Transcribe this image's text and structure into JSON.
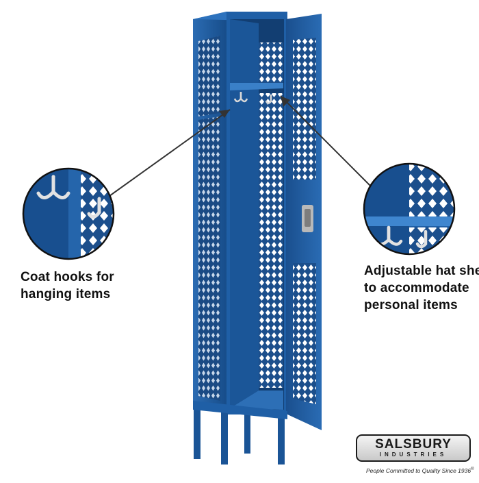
{
  "captions": {
    "left": [
      "Coat hooks for",
      "hanging items"
    ],
    "right": [
      "Adjustable hat shelf",
      "to accommodate",
      "personal items"
    ]
  },
  "logo": {
    "name": "SALSBURY",
    "sub": "INDUSTRIES",
    "tagline": "People Committed to Quality Since 1936",
    "tagline_mark": "®"
  },
  "colors": {
    "locker_blue": "#1f5fa6",
    "locker_dark": "#123e72",
    "locker_light": "#3a7cc4"
  }
}
